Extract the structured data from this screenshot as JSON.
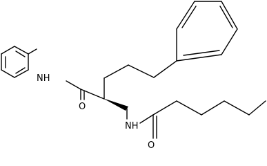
{
  "labels": {
    "nh_anilide": "NH",
    "o_anilide": "O",
    "nh_amide": "NH",
    "o_amide": "O"
  },
  "colors": {
    "bond": "#000000",
    "background": "#ffffff"
  }
}
